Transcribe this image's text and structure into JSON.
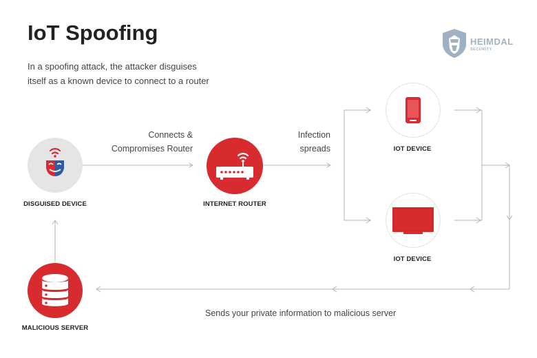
{
  "title": "IoT Spoofing",
  "subtitle_line1": "In a spoofing attack, the attacker disguises",
  "subtitle_line2": "itself as a known device to connect to a router",
  "brand": {
    "name": "HEIMDAL",
    "tagline": "SECURITY"
  },
  "nodes": {
    "disguised": "DISGUISED DEVICE",
    "router": "INTERNET ROUTER",
    "iot_top": "IOT DEVICE",
    "iot_bottom": "IOT DEVICE",
    "server": "MALICIOUS SERVER"
  },
  "edges": {
    "connect_line1": "Connects &",
    "connect_line2": "Compromises Router",
    "infect_line1": "Infection",
    "infect_line2": "spreads",
    "sends": "Sends your private information to malicious server"
  },
  "colors": {
    "accent": "#d72b2f",
    "neutral": "#e5e5e5",
    "line": "#b5b5b5",
    "blue": "#2f5aa8"
  }
}
